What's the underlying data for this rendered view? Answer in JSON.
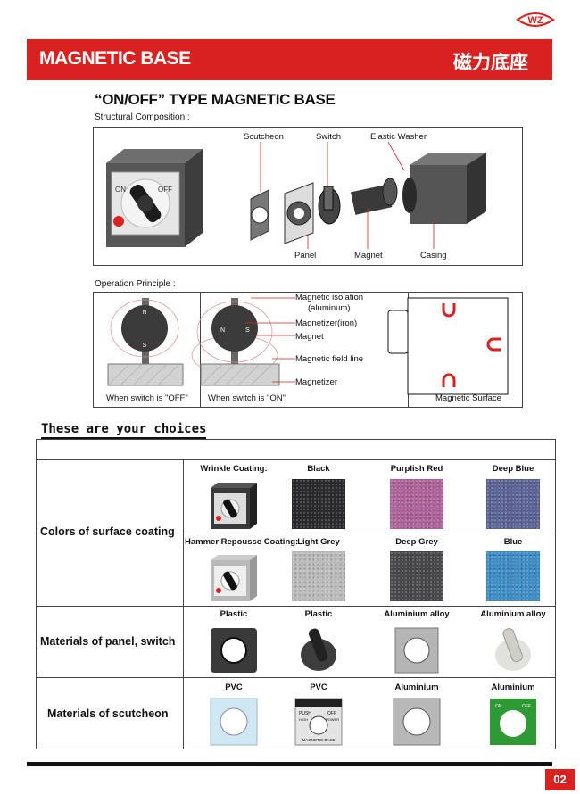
{
  "header": {
    "logo_text": "WZ",
    "title": "MAGNETIC BASE",
    "title_cn": "磁力底座"
  },
  "section": {
    "title": "“ON/OFF” TYPE MAGNETIC BASE",
    "structural_label": "Structural Composition :",
    "operation_label": "Operation Principle :"
  },
  "structure": {
    "scutcheon": "Scutcheon",
    "switch": "Switch",
    "elastic_washer": "Elastic Washer",
    "panel": "Panel",
    "magnet": "Magnet",
    "casing": "Casing",
    "dial_on": "ON",
    "dial_off": "OFF"
  },
  "operation": {
    "isolation": "Magnetic isolation",
    "isolation_sub": "(aluminum)",
    "magnetizer_iron": "Magnetizer(iron)",
    "magnet": "Magnet",
    "field_line": "Magnetic field line",
    "magnetizer": "Magnetizer",
    "off_caption": "When switch is \"OFF\"",
    "on_caption": "When switch is \"ON\"",
    "surface_caption": "Magnetic Surface",
    "pole_n": "N",
    "pole_s": "S"
  },
  "choices": {
    "heading": "These are your choices",
    "rows": [
      {
        "label": "Colors of surface coating"
      },
      {
        "label": "Materials of panel, switch"
      },
      {
        "label": "Materials of scutcheon"
      }
    ],
    "coating_a": {
      "head": "Wrinkle Coating:",
      "items": [
        {
          "name": "Black",
          "color": "#2c2c2e"
        },
        {
          "name": "Purplish Red",
          "color": "#b0649c"
        },
        {
          "name": "Deep Blue",
          "color": "#5d6597"
        }
      ]
    },
    "coating_b": {
      "head": "Hammer Repousse Coating:",
      "items": [
        {
          "name": "Light Grey",
          "color": "#bcbcbc"
        },
        {
          "name": "Deep Grey",
          "color": "#4a4a4c"
        },
        {
          "name": "Blue",
          "color": "#3f8ec6"
        }
      ]
    },
    "materials": [
      "Plastic",
      "Plastic",
      "Aluminium alloy",
      "Aluminium alloy"
    ],
    "scutcheons": [
      "PVC",
      "PVC",
      "Aluminium",
      "Aluminium"
    ],
    "scutcheon_text": {
      "push": "PUSH",
      "off": "OFF",
      "high": "HIGH",
      "power": "POWER",
      "brand": "MAGNETIC BASE",
      "on": "ON"
    }
  },
  "footer": {
    "page": "02"
  }
}
